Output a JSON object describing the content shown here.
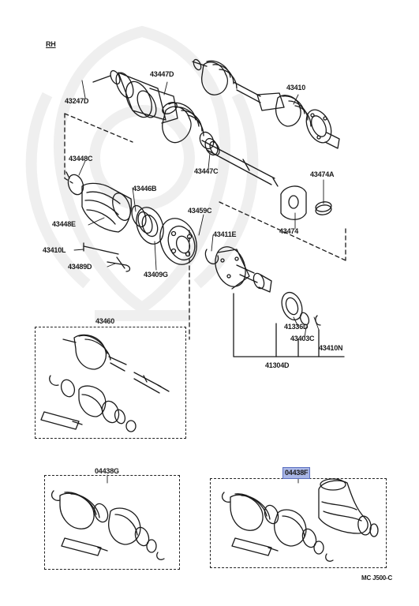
{
  "diagram": {
    "side_label": "RH",
    "drawing_code": "MC J500-C",
    "highlight_color": "#a9b6e6",
    "parts": [
      {
        "id": "p43247D",
        "number": "43247D"
      },
      {
        "id": "p43447D",
        "number": "43447D"
      },
      {
        "id": "p43410",
        "number": "43410"
      },
      {
        "id": "p43448C",
        "number": "43448C"
      },
      {
        "id": "p43447C",
        "number": "43447C"
      },
      {
        "id": "p43474A",
        "number": "43474A"
      },
      {
        "id": "p43446B",
        "number": "43446B"
      },
      {
        "id": "p43448E",
        "number": "43448E"
      },
      {
        "id": "p43459C",
        "number": "43459C"
      },
      {
        "id": "p43474",
        "number": "43474"
      },
      {
        "id": "p43411E",
        "number": "43411E"
      },
      {
        "id": "p43410L",
        "number": "43410L"
      },
      {
        "id": "p43489D",
        "number": "43489D"
      },
      {
        "id": "p43409G",
        "number": "43409G"
      },
      {
        "id": "p43460",
        "number": "43460"
      },
      {
        "id": "p41336D",
        "number": "41336D"
      },
      {
        "id": "p43403C",
        "number": "43403C"
      },
      {
        "id": "p43410N",
        "number": "43410N"
      },
      {
        "id": "p41304D",
        "number": "41304D"
      },
      {
        "id": "p04438G",
        "number": "04438G"
      },
      {
        "id": "p04438F",
        "number": "04438F",
        "highlighted": true
      }
    ]
  }
}
